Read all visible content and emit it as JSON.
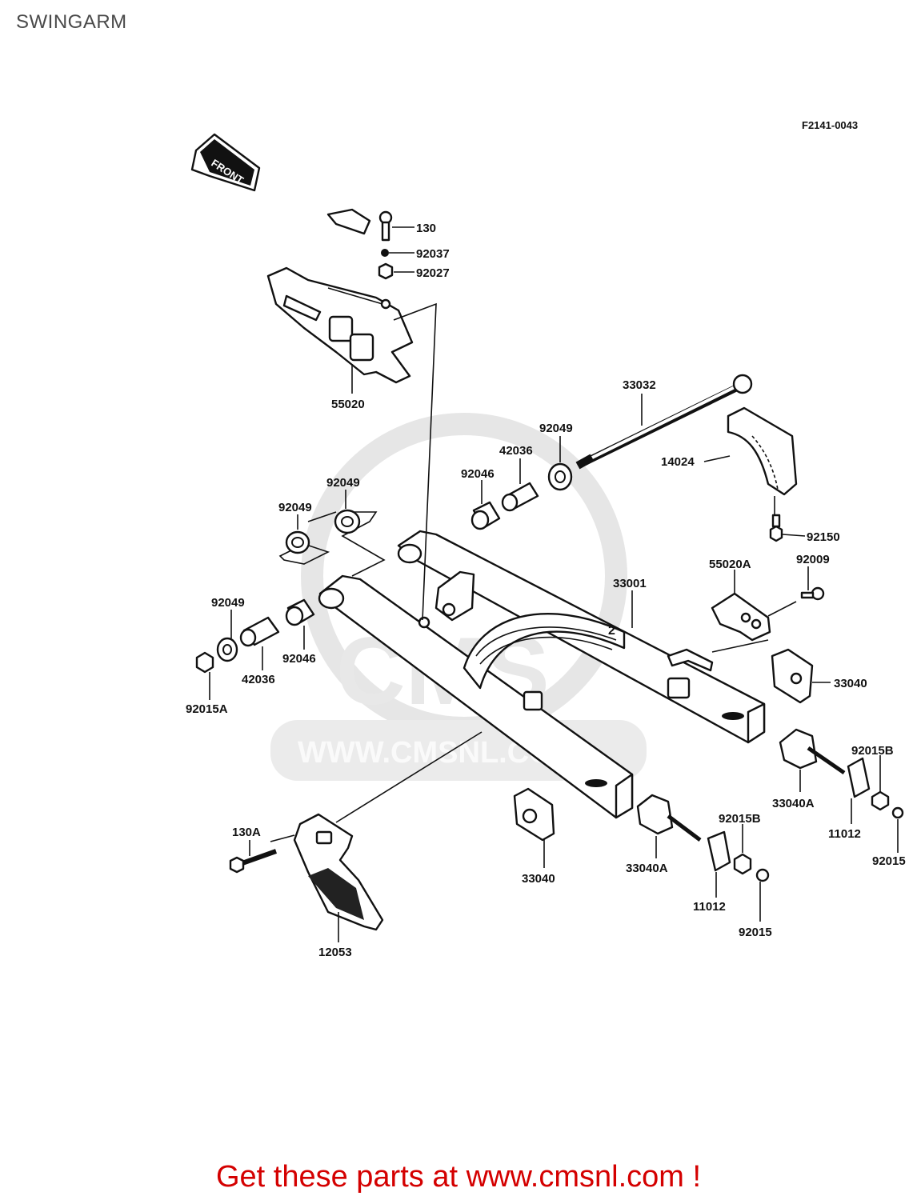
{
  "title": "SWINGARM",
  "figure_code": "F2141-0043",
  "front_arrow_text": "FRONT",
  "watermark": {
    "url": "WWW.CMSNL.COM",
    "logo": "CMS"
  },
  "parts": [
    {
      "id": "p130",
      "number": "130"
    },
    {
      "id": "p92037",
      "number": "92037"
    },
    {
      "id": "p92027",
      "number": "92027"
    },
    {
      "id": "p55020",
      "number": "55020"
    },
    {
      "id": "p33032",
      "number": "33032"
    },
    {
      "id": "p92049a",
      "number": "92049"
    },
    {
      "id": "p42036a",
      "number": "42036"
    },
    {
      "id": "p92046a",
      "number": "92046"
    },
    {
      "id": "p14024",
      "number": "14024"
    },
    {
      "id": "p92049b",
      "number": "92049"
    },
    {
      "id": "p92049c",
      "number": "92049"
    },
    {
      "id": "p92150",
      "number": "92150"
    },
    {
      "id": "p55020A",
      "number": "55020A"
    },
    {
      "id": "p92009",
      "number": "92009"
    },
    {
      "id": "p33001",
      "number": "33001"
    },
    {
      "id": "p92049d",
      "number": "92049"
    },
    {
      "id": "p92046b",
      "number": "92046"
    },
    {
      "id": "p42036b",
      "number": "42036"
    },
    {
      "id": "p92015A",
      "number": "92015A"
    },
    {
      "id": "p33040a",
      "number": "33040"
    },
    {
      "id": "p92015Ba",
      "number": "92015B"
    },
    {
      "id": "p33040Aa",
      "number": "33040A"
    },
    {
      "id": "p11012a",
      "number": "11012"
    },
    {
      "id": "p92015a",
      "number": "92015"
    },
    {
      "id": "p130A",
      "number": "130A"
    },
    {
      "id": "p33040b",
      "number": "33040"
    },
    {
      "id": "p33040Ab",
      "number": "33040A"
    },
    {
      "id": "p92015Bb",
      "number": "92015B"
    },
    {
      "id": "p11012b",
      "number": "11012"
    },
    {
      "id": "p92015b",
      "number": "92015"
    },
    {
      "id": "p12053",
      "number": "12053"
    }
  ],
  "promo": "Get these parts at www.cmsnl.com !",
  "colors": {
    "promo": "#d40000",
    "title": "#4a4a4a",
    "linework": "#111111",
    "watermark": "#e3e3e3"
  }
}
